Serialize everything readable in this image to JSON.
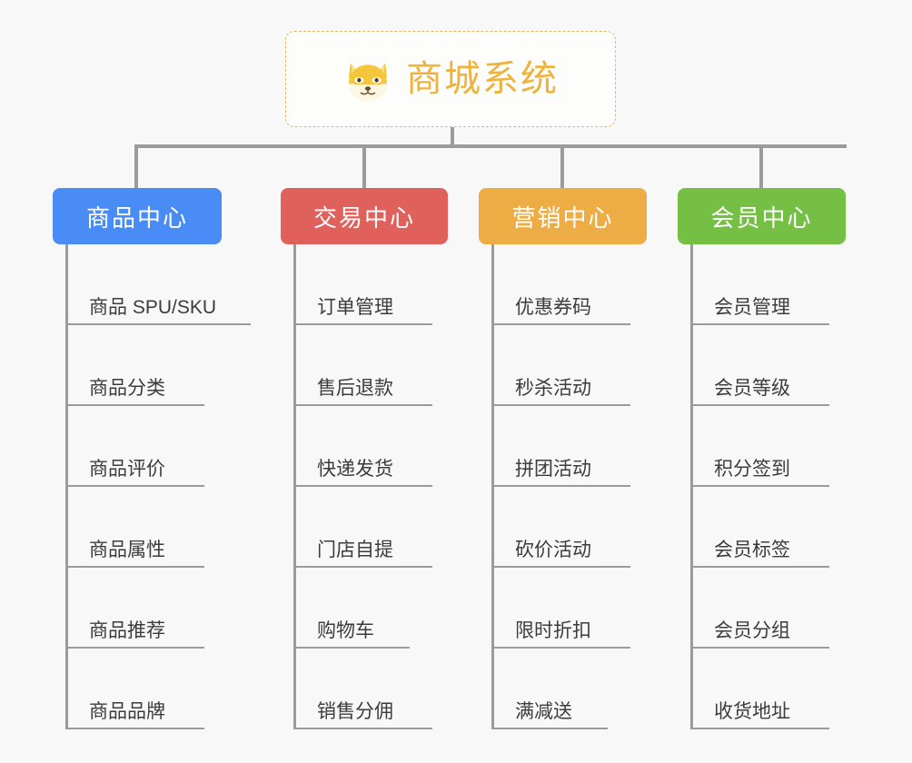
{
  "diagram": {
    "type": "mind-map",
    "background_color": "#f8f8f8",
    "connector_color": "#9b9b9b"
  },
  "root": {
    "title": "商城系统",
    "icon": "shiba-inu-emoji",
    "border_color": "#e8b95e",
    "text_color": "#efb23c",
    "background_color": "#fdfdfb"
  },
  "categories": [
    {
      "label": "商品中心",
      "color": "#4a8cf5",
      "items": [
        "商品 SPU/SKU",
        "商品分类",
        "商品评价",
        "商品属性",
        "商品推荐",
        "商品品牌"
      ]
    },
    {
      "label": "交易中心",
      "color": "#e0605c",
      "items": [
        "订单管理",
        "售后退款",
        "快递发货",
        "门店自提",
        "购物车",
        "销售分佣"
      ]
    },
    {
      "label": "营销中心",
      "color": "#edac44",
      "items": [
        "优惠券码",
        "秒杀活动",
        "拼团活动",
        "砍价活动",
        "限时折扣",
        "满减送"
      ]
    },
    {
      "label": "会员中心",
      "color": "#75c044",
      "items": [
        "会员管理",
        "会员等级",
        "积分签到",
        "会员标签",
        "会员分组",
        "收货地址"
      ]
    }
  ]
}
